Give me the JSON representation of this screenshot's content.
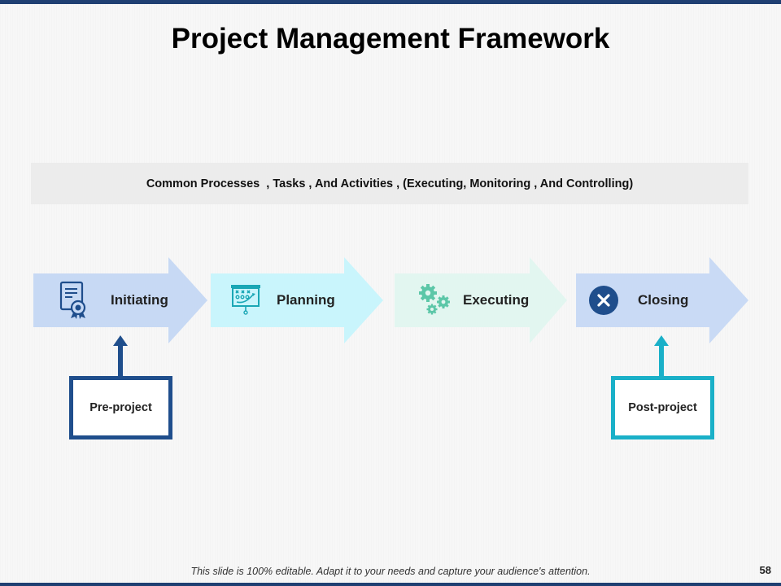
{
  "title": "Project Management Framework",
  "processes_banner": "Common Processes  , Tasks , And Activities , (Executing, Monitoring , And Controlling)",
  "stages": [
    {
      "label": "Initiating",
      "icon": "certificate-icon",
      "color": "#c7d9f4"
    },
    {
      "label": "Planning",
      "icon": "presentation-board-icon",
      "color": "#c9f5fc"
    },
    {
      "label": "Executing",
      "icon": "gears-icon",
      "color": "#e2f6f0"
    },
    {
      "label": "Closing",
      "icon": "close-icon",
      "color": "#c9daf5"
    }
  ],
  "phase_boxes": [
    {
      "label": "Pre-project",
      "color": "#1f4e8c"
    },
    {
      "label": "Post-project",
      "color": "#1ab0c8"
    }
  ],
  "footer": "This slide is 100% editable. Adapt it to your needs and capture your audience's  attention.",
  "page_number": "58",
  "colors": {
    "brand": "#1f3f72",
    "icon_teal": "#1aa7b5",
    "icon_green": "#5cc7a8",
    "icon_navy": "#1f4e8c"
  }
}
